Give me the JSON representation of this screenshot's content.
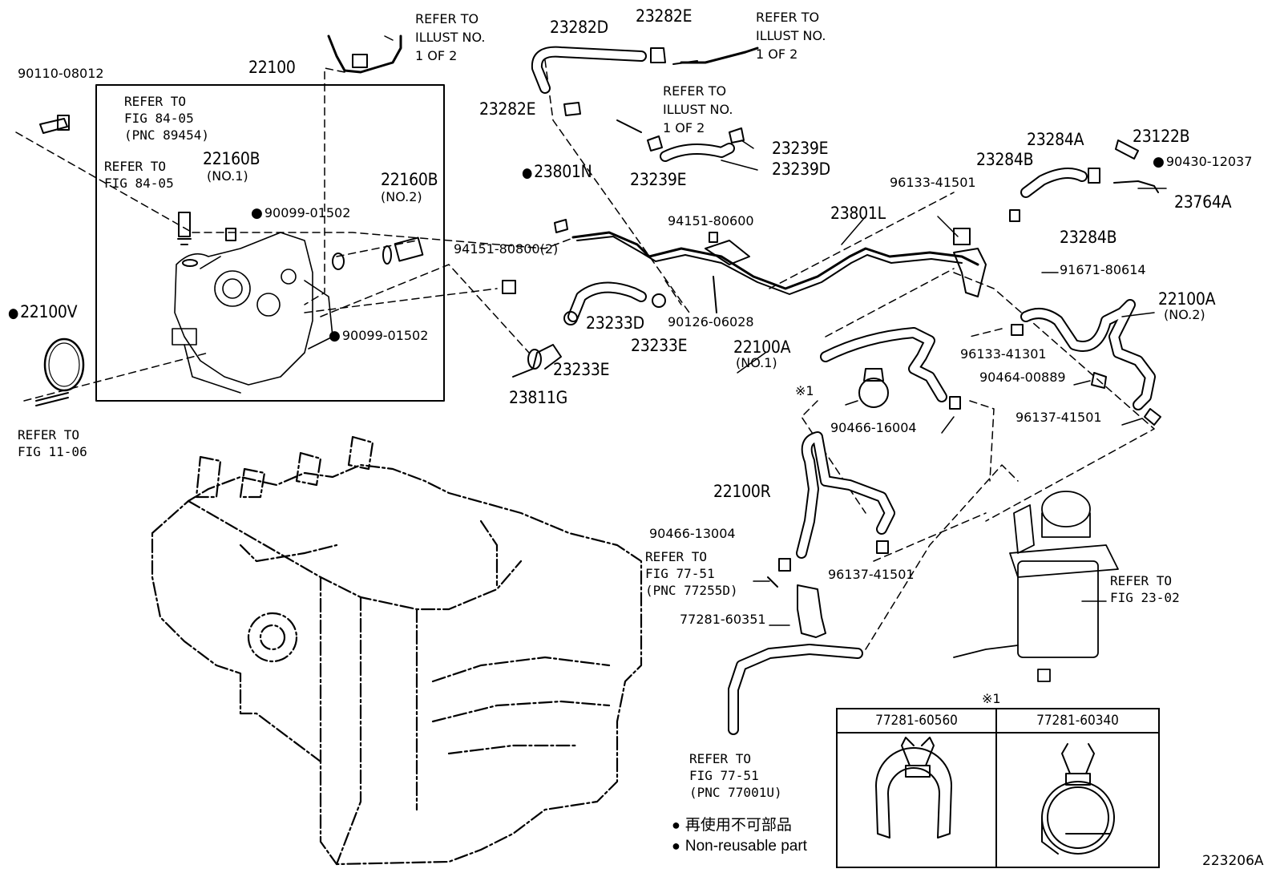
{
  "labels": {
    "p22100": "22100",
    "p90110": "90110-08012",
    "ref_fig84a": "REFER TO\nFIG 84-05\n(PNC 89454)",
    "ref_fig84b": "REFER TO\nFIG 84-05",
    "p22160b1": "22160B",
    "p22160b1_no": "(NO.1)",
    "p22160b2": "22160B",
    "p22160b2_no": "(NO.2)",
    "p90099a": "90099-01502",
    "p90099b": "90099-01502",
    "p22100v": "22100V",
    "ref_fig1106": "REFER TO\nFIG 11-06",
    "ref_illust1": "REFER TO\nILLUST NO.\n1 OF 2",
    "ref_illust2": "REFER TO\nILLUST NO.\n1 OF 2",
    "ref_illust3": "REFER TO\nILLUST NO.\n1 OF 2",
    "p23282d": "23282D",
    "p23282e_top": "23282E",
    "p23282e_left": "23282E",
    "p23239e_r": "23239E",
    "p23239e_l": "23239E",
    "p23239d": "23239D",
    "p23801n": "23801N",
    "p94151_806": "94151-80600",
    "p94151_808": "94151-80800(2)",
    "p23233d": "23233D",
    "p23233e_a": "23233E",
    "p23233e_b": "23233E",
    "p90126": "90126-06028",
    "p23811g": "23811G",
    "p23801l": "23801L",
    "p96133_41501": "96133-41501",
    "p23284a": "23284A",
    "p23284b_a": "23284B",
    "p23284b_b": "23284B",
    "p23122b": "23122B",
    "p90430": "90430-12037",
    "p23764a": "23764A",
    "p91671": "91671-80614",
    "p22100a2": "22100A",
    "p22100a2_no": "(NO.2)",
    "p22100a1": "22100A",
    "p22100a1_no": "(NO.1)",
    "p96133_41301": "96133-41301",
    "p90464": "90464-00889",
    "p96137_a": "96137-41501",
    "ref_x1": "※1",
    "p90466_16": "90466-16004",
    "p22100r": "22100R",
    "p90466_13": "90466-13004",
    "ref_fig7751a": "REFER TO\nFIG 77-51\n(PNC 77255D)",
    "p96137_b": "96137-41501",
    "p77281_603": "77281-60351",
    "ref_fig2302": "REFER TO\nFIG 23-02",
    "ref_fig7751b": "REFER TO\nFIG 77-51\n(PNC 77001U)",
    "diagram_code": "223206A"
  },
  "legend": {
    "jp": "再使用不可部品",
    "en": "Non-reusable part"
  },
  "inset": {
    "mark": "※1",
    "left_part": "77281-60560",
    "right_part": "77281-60340"
  }
}
